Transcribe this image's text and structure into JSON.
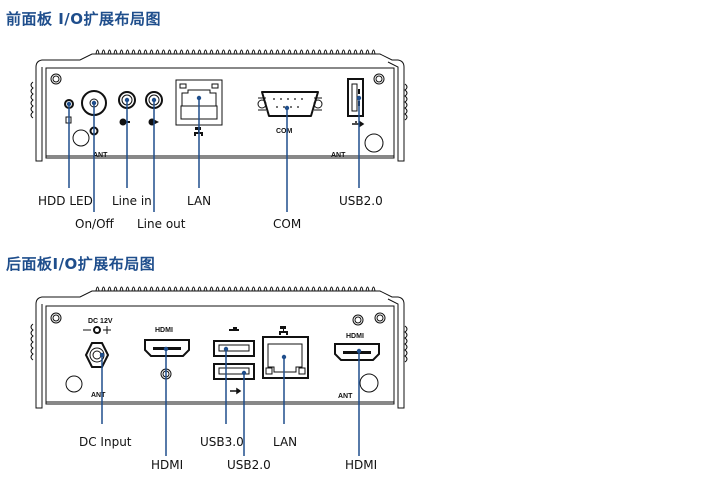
{
  "front_panel": {
    "title": "前面板 I/O扩展布局图",
    "labels": {
      "hdd_led": "HDD LED",
      "on_off": "On/Off",
      "line_in": "Line in",
      "line_out": "Line out",
      "lan": "LAN",
      "com": "COM",
      "usb20": "USB2.0"
    },
    "markings": {
      "ant_left": "ANT",
      "ant_right": "ANT",
      "com": "COM"
    }
  },
  "rear_panel": {
    "title": "后面板I/O扩展布局图",
    "labels": {
      "dc_input": "DC Input",
      "hdmi_left": "HDMI",
      "usb30": "USB3.0",
      "usb20": "USB2.0",
      "lan": "LAN",
      "hdmi_right": "HDMI"
    },
    "markings": {
      "dc": "DC 12V",
      "hdmi_left": "HDMI",
      "hdmi_right": "HDMI",
      "ant_left": "ANT",
      "ant_right": "ANT"
    }
  },
  "colors": {
    "title": "#1f4e8c",
    "callout": "#1f4e8c"
  }
}
